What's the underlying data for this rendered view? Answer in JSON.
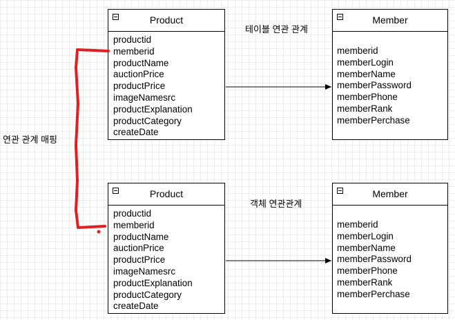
{
  "diagram": {
    "top": {
      "product": {
        "title": "Product",
        "fields": [
          "productid",
          "memberid",
          "productName",
          "auctionPrice",
          "productPrice",
          "imageNamesrc",
          "productExplanation",
          "productCategory",
          "createDate"
        ]
      },
      "member": {
        "title": "Member",
        "fields": [
          "memberid",
          "memberLogin",
          "memberName",
          "memberPassword",
          "memberPhone",
          "memberRank",
          "memberPerchase"
        ]
      },
      "relation_label": "테이블 연관 관계"
    },
    "bottom": {
      "product": {
        "title": "Product",
        "fields": [
          "productid",
          "memberid",
          "productName",
          "auctionPrice",
          "productPrice",
          "imageNamesrc",
          "productExplanation",
          "productCategory",
          "createDate"
        ]
      },
      "member": {
        "title": "Member",
        "fields": [
          "memberid",
          "memberLogin",
          "memberName",
          "memberPassword",
          "memberPhone",
          "memberRank",
          "memberPerchase"
        ]
      },
      "relation_label": "객체 연관관계"
    },
    "mapping_label": "연관 관계 매핑",
    "colors": {
      "annotation": "#e02020",
      "line": "#000000"
    }
  }
}
